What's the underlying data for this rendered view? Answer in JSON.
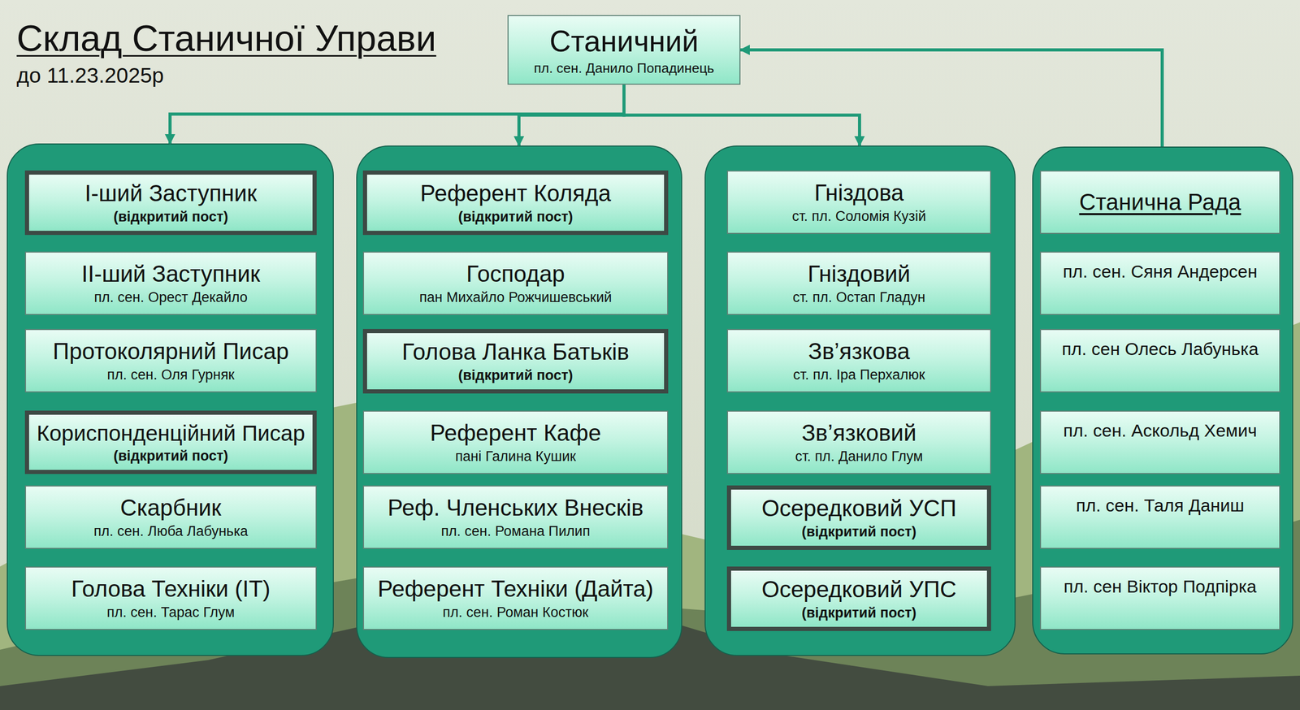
{
  "diagram": {
    "title": "Склад Станичної Управи",
    "nodes": [
      {
        "text": [
          "Станичний",
          "пл. сен. Данило Попадинець"
        ]
      },
      {
        "text": []
      },
      {
        "text": [
          "І-ший Заступник",
          "(відкритий пост)"
        ],
        "in": 1
      },
      {
        "text": [
          "ІІ-ший Заступник",
          "пл. сен. Орест Декайло"
        ],
        "in": 1
      },
      {
        "text": [
          "Протоколярний Писар",
          "пл. сен. Оля Гурняк"
        ],
        "in": 1
      },
      {
        "text": [
          "Кориспонденційний Писар",
          "(відкритий пост)"
        ],
        "in": 1
      },
      {
        "text": [
          "Скарбник",
          "пл. сен. Люба Лабунька"
        ],
        "in": 1
      },
      {
        "text": [
          "Голова Техніки (IT)",
          "пл. сен. Тарас Глум"
        ],
        "in": 1
      },
      {
        "text": []
      },
      {
        "text": [
          "Референт Коляда",
          "(відкритий пост)"
        ],
        "in": 8
      },
      {
        "text": [
          "Господар",
          "пан Михайло Рожчишевський"
        ],
        "in": 8
      },
      {
        "text": [
          "Голова Ланка Батьків",
          "(відкритий пост)"
        ],
        "in": 8
      },
      {
        "text": [
          "Референт Кафе",
          "пані Галина Кушик"
        ],
        "in": 8
      },
      {
        "text": [
          "Реф. Членських Внесків",
          "пл. сен. Романа Пилип"
        ],
        "in": 8
      },
      {
        "text": [
          "Референт Техніки (Дайта)",
          "пл. сен. Роман Костюк"
        ],
        "in": 8
      },
      {
        "text": []
      },
      {
        "text": [
          "Гніздова",
          "ст. пл. Соломія Кузій"
        ],
        "in": 15
      },
      {
        "text": [
          "Гніздовий",
          "ст. пл. Остап Гладун"
        ],
        "in": 15
      },
      {
        "text": [
          "Зв’язкова",
          "ст. пл. Іра Перхалюк"
        ],
        "in": 15
      },
      {
        "text": [
          "Зв’язковий",
          "ст. пл. Данило Глум"
        ],
        "in": 15
      },
      {
        "text": [
          "Осередковий УСП",
          "(відкритий пост)"
        ],
        "in": 15
      },
      {
        "text": [
          "Осередковий УПС",
          "(відкритий пост)"
        ],
        "in": 15
      },
      {
        "text": []
      },
      {
        "text": [
          "Станична Рада"
        ],
        "in": 22
      },
      {
        "text": [
          "пл. сен. Сяня Андерсен"
        ],
        "in": 22
      },
      {
        "text": [
          "пл. сен Олесь Лабунька"
        ],
        "in": 22
      },
      {
        "text": [
          "пл. сен. Аскольд Хемич"
        ],
        "in": 22
      },
      {
        "text": [
          "пл. сен. Таля Даниш"
        ],
        "in": 22
      },
      {
        "text": [
          "пл. сен Віктор Подпірка"
        ],
        "in": 22
      }
    ],
    "edges": [
      {
        "from": 0,
        "to": 1,
        "arrow": "to"
      },
      {
        "from": 0,
        "to": 8,
        "arrow": "to"
      },
      {
        "from": 0,
        "to": 15,
        "arrow": "to"
      },
      {
        "from": 22,
        "to": 0,
        "arrow": "to"
      }
    ],
    "labels": [
      "до 11.23.2025р"
    ]
  }
}
